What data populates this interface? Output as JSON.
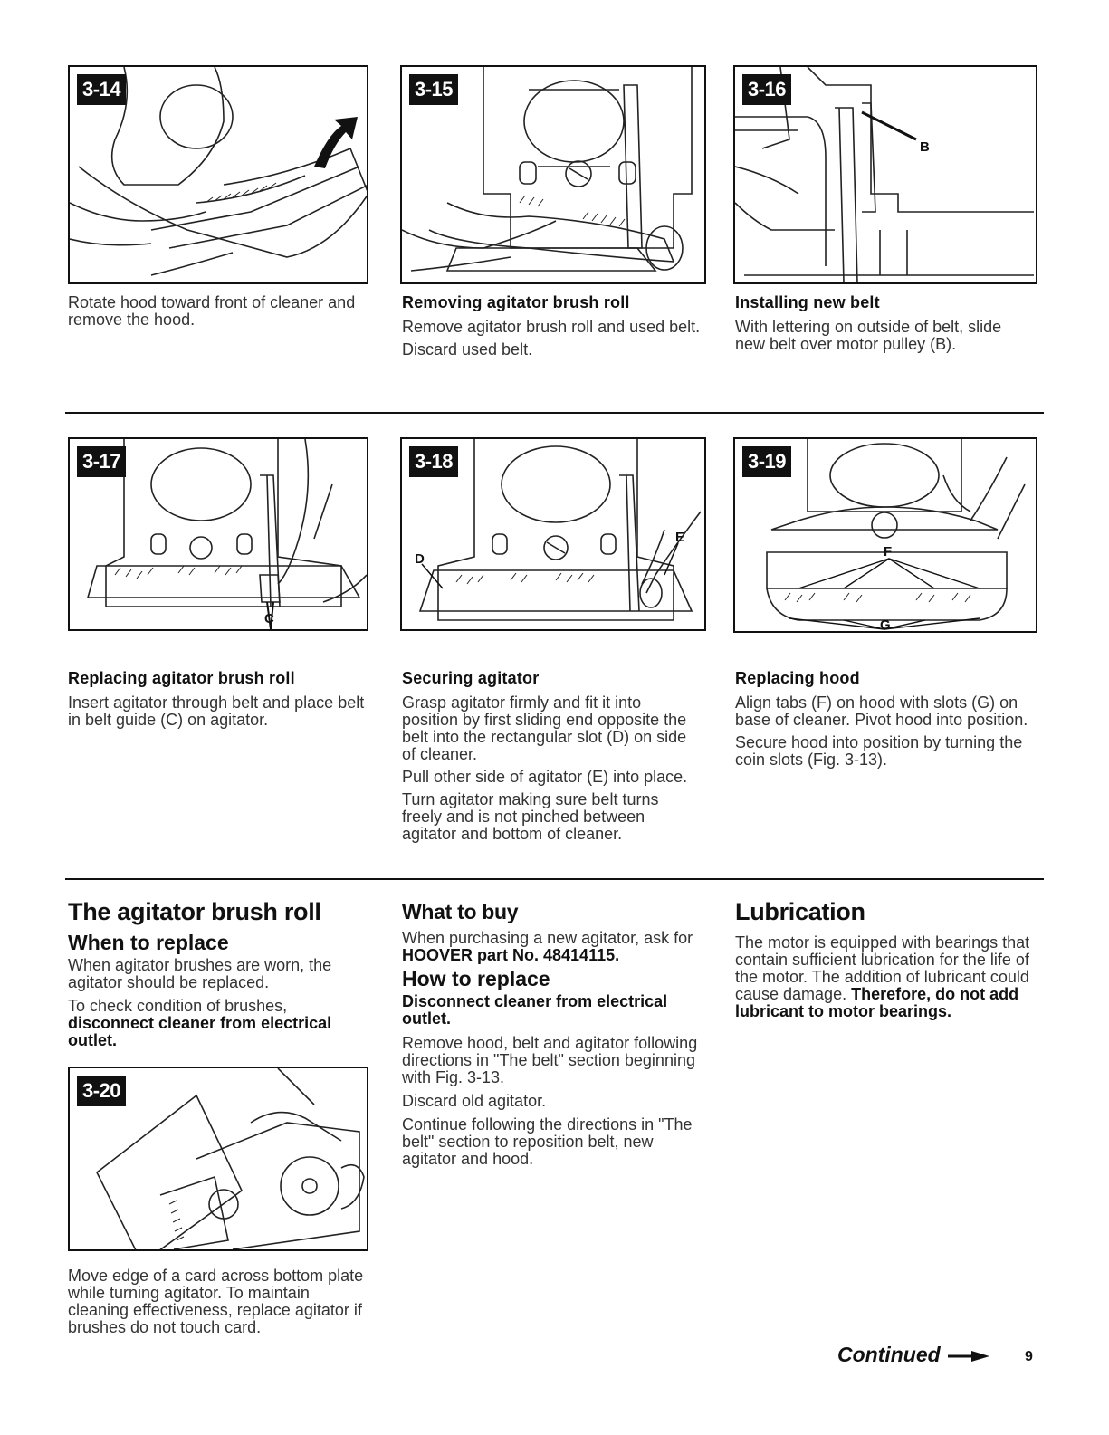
{
  "figures": [
    {
      "id": "3-14",
      "label": "3-14"
    },
    {
      "id": "3-15",
      "label": "3-15"
    },
    {
      "id": "3-16",
      "label": "3-16",
      "callouts": [
        "B"
      ]
    },
    {
      "id": "3-17",
      "label": "3-17",
      "callouts": [
        "C"
      ]
    },
    {
      "id": "3-18",
      "label": "3-18",
      "callouts": [
        "D",
        "E"
      ]
    },
    {
      "id": "3-19",
      "label": "3-19",
      "callouts": [
        "F",
        "G"
      ]
    },
    {
      "id": "3-20",
      "label": "3-20"
    }
  ],
  "captions": {
    "c314": {
      "text": "Rotate hood toward front of cleaner and remove the hood."
    },
    "c315": {
      "heading": "Removing agitator brush roll",
      "p1": "Remove agitator brush roll and used belt.",
      "p2": "Discard used belt."
    },
    "c316": {
      "heading": "Installing new belt",
      "p1": "With lettering on outside of belt, slide new belt over motor pulley (B)."
    },
    "c317": {
      "heading": "Replacing agitator brush roll",
      "p1": "Insert agitator through belt and place belt in belt guide (C) on agitator."
    },
    "c318": {
      "heading": "Securing agitator",
      "p1": "Grasp agitator firmly and fit it into position by first sliding end opposite the belt into the rectangular slot (D) on side of cleaner.",
      "p2": "Pull other side of agitator (E) into place.",
      "p3": "Turn agitator making sure belt turns freely and is not pinched between agitator and bottom of cleaner."
    },
    "c319": {
      "heading": "Replacing hood",
      "p1": "Align tabs (F) on hood with slots (G) on base of cleaner. Pivot hood into position.",
      "p2": "Secure hood into position by turning the coin slots (Fig. 3-13)."
    }
  },
  "section_agitator": {
    "title": "The agitator brush roll",
    "when_heading": "When to replace",
    "when_p1": "When agitator brushes are worn, the agitator should be replaced.",
    "when_p2_pre": "To check condition of brushes, ",
    "when_p2_bold": "disconnect cleaner from electrical outlet.",
    "card_caption": "Move edge of a card across bottom plate while turning agitator. To maintain cleaning effectiveness, replace agitator if brushes do not touch card."
  },
  "section_buy": {
    "title": "What to buy",
    "p1_pre": "When purchasing a new agitator, ask for ",
    "p1_bold": "HOOVER part No. 48414115.",
    "how_heading": "How to replace",
    "how_bold": "Disconnect cleaner from electrical outlet.",
    "p2": "Remove hood, belt and agitator following directions in \"The belt\" section beginning with Fig. 3-13.",
    "p3": "Discard old agitator.",
    "p4": "Continue following the directions in \"The belt\" section to reposition belt, new agitator and hood."
  },
  "section_lube": {
    "title": "Lubrication",
    "p1": "The motor is equipped with bearings that contain sufficient lubrication for the life of the motor. The addition of lubricant could cause damage. ",
    "p1_bold": "Therefore, do not add lubricant to motor bearings."
  },
  "footer": {
    "continued": "Continued",
    "page": "9"
  }
}
